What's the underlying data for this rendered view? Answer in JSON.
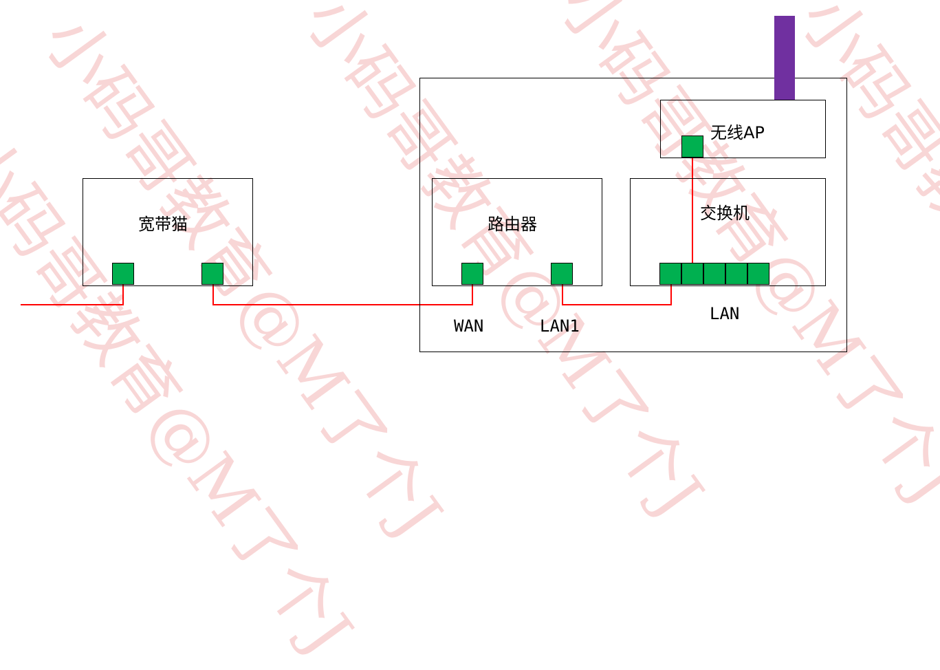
{
  "devices": {
    "modem": {
      "label": "宽带猫"
    },
    "router": {
      "label": "路由器"
    },
    "switch": {
      "label": "交换机"
    },
    "wireless_ap": {
      "label": "无线AP"
    }
  },
  "port_labels": {
    "wan": "WAN",
    "lan1": "LAN1",
    "lan": "LAN"
  },
  "watermark": {
    "text": "小码哥教育@M了个J"
  },
  "colors": {
    "port_fill": "#00b050",
    "cable": "#ff0000",
    "antenna": "#7030a0",
    "watermark": "#f4b6b6"
  },
  "switch_port_count": 5
}
